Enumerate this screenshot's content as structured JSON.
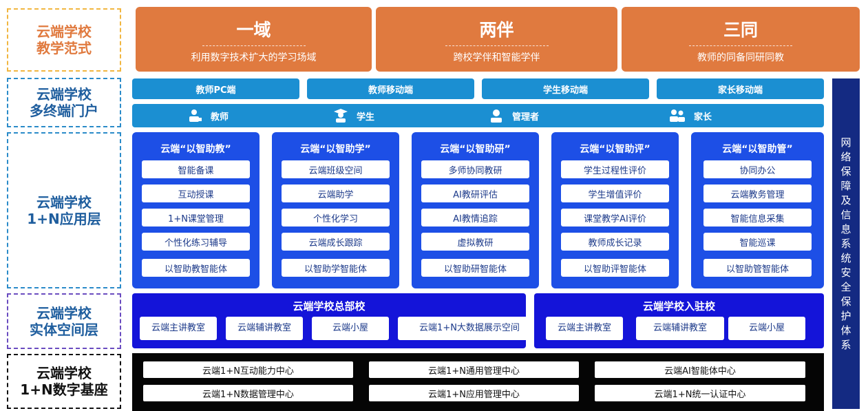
{
  "row_labels": {
    "paradigm": "云端学校\n教学范式",
    "portal": "云端学校\n多终端门户",
    "app": "云端学校\n1+N应用层",
    "space": "云端学校\n实体空间层",
    "base": "云端学校\n1+N数字基座"
  },
  "colors": {
    "orange": "#e07a3f",
    "light_blue": "#1b8fd2",
    "royal_blue": "#1d4fe6",
    "deep_blue": "#1414d9",
    "navy": "#142a82",
    "black": "#050505"
  },
  "paradigm": [
    {
      "title": "一域",
      "subtitle": "利用数字技术扩大的学习场域"
    },
    {
      "title": "两伴",
      "subtitle": "跨校学伴和智能学伴"
    },
    {
      "title": "三同",
      "subtitle": "教师的同备同研同教"
    }
  ],
  "terminals": [
    "教师PC端",
    "教师移动端",
    "学生移动端",
    "家长移动端"
  ],
  "roles": [
    {
      "icon": "teacher-icon",
      "label": "教师"
    },
    {
      "icon": "student-icon",
      "label": "学生"
    },
    {
      "icon": "admin-icon",
      "label": "管理者"
    },
    {
      "icon": "parent-icon",
      "label": "家长"
    }
  ],
  "app_columns": [
    {
      "title": "云端“以智助教”",
      "items": [
        "智能备课",
        "互动授课",
        "1+N课堂管理",
        "个性化练习辅导",
        "以智助教智能体"
      ]
    },
    {
      "title": "云端“以智助学”",
      "items": [
        "云端班级空间",
        "云端助学",
        "个性化学习",
        "云端成长跟踪",
        "以智助学智能体"
      ]
    },
    {
      "title": "云端“以智助研”",
      "items": [
        "多师协同教研",
        "AI教研评估",
        "AI教情追踪",
        "虚拟教研",
        "以智助研智能体"
      ]
    },
    {
      "title": "云端“以智助评”",
      "items": [
        "学生过程性评价",
        "学生增值评价",
        "课堂教学AI评价",
        "教师成长记录",
        "以智助评智能体"
      ]
    },
    {
      "title": "云端“以智助管”",
      "items": [
        "协同办公",
        "云端教务管理",
        "智能信息采集",
        "智能巡课",
        "以智助管智能体"
      ]
    }
  ],
  "campus": [
    {
      "title": "云端学校总部校",
      "rooms": [
        "云端主讲教室",
        "云端辅讲教室",
        "云端小屋",
        "云端1+N大数据展示空间"
      ]
    },
    {
      "title": "云端学校入驻校",
      "rooms": [
        "云端主讲教室",
        "云端辅讲教室",
        "云端小屋"
      ]
    }
  ],
  "base_centers": [
    "云端1+N互动能力中心",
    "云端1+N通用管理中心",
    "云端AI智能体中心",
    "云端1+N数据管理中心",
    "云端1+N应用管理中心",
    "云端1+N统一认证中心"
  ],
  "security": [
    "网",
    "络",
    "保",
    "障",
    "及",
    "信",
    "息",
    "系",
    "统",
    "安",
    "全",
    "保",
    "护",
    "体",
    "系"
  ]
}
